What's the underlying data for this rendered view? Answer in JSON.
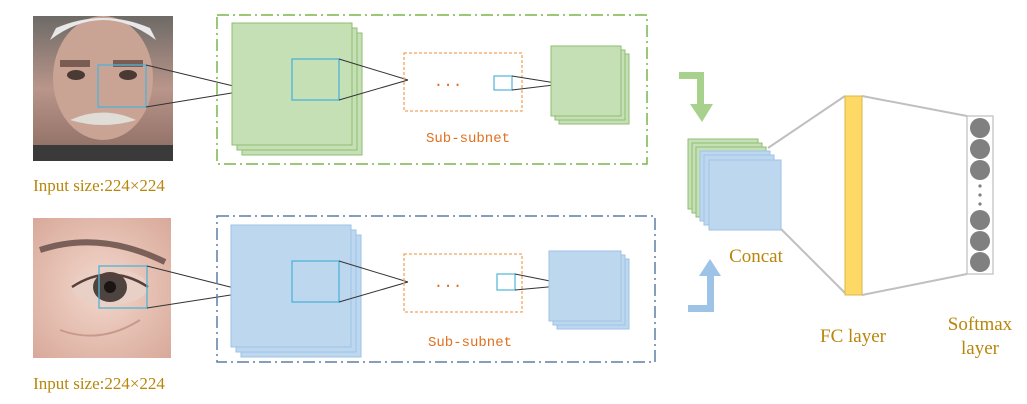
{
  "branches": [
    {
      "input_label": "Input size:224×224",
      "subnet_label": "Sub-subnet",
      "ellipsis": "...",
      "photo": "face-photo"
    },
    {
      "input_label": "Input size:224×224",
      "subnet_label": "Sub-subnet",
      "ellipsis": "...",
      "photo": "eye-region-photo"
    }
  ],
  "concat_label": "Concat",
  "fc_label": "FC layer",
  "softmax_label_line1": "Softmax",
  "softmax_label_line2": "layer",
  "colors": {
    "label_gold": "#b8860b",
    "green_fill": "#c5e0b4",
    "green_border": "#8fbc73",
    "green_dash": "#7ab648",
    "blue_fill": "#bdd7ee",
    "blue_border": "#9dc3e6",
    "blue_dash": "#5b7fa6",
    "orange_dash": "#f4a460",
    "orange_text": "#e07020",
    "fc_fill": "#ffd966",
    "node_gray": "#808080",
    "cyan_box": "#4fb3d9"
  }
}
